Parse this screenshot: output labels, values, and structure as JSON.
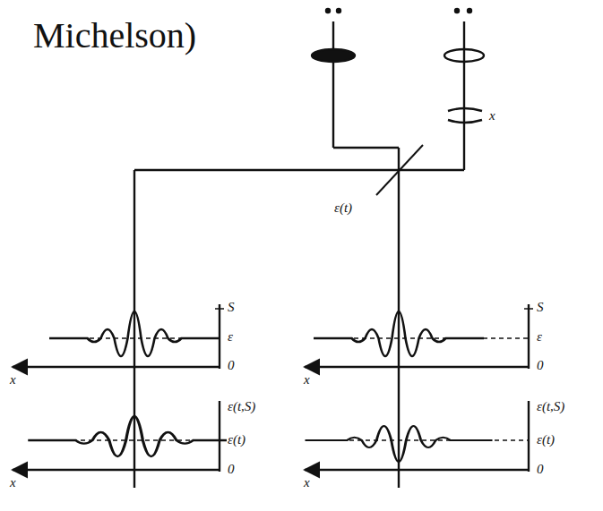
{
  "diagram": {
    "labels": [
      "Michelson)",
      "x",
      "ε(t)",
      "S",
      "ε",
      "0",
      "x",
      "S",
      "ε",
      "0",
      "x",
      "ε(t,S)",
      "ε(t)",
      "0",
      "x",
      "ε(t,S)",
      "ε(t)",
      "0",
      "x"
    ]
  }
}
